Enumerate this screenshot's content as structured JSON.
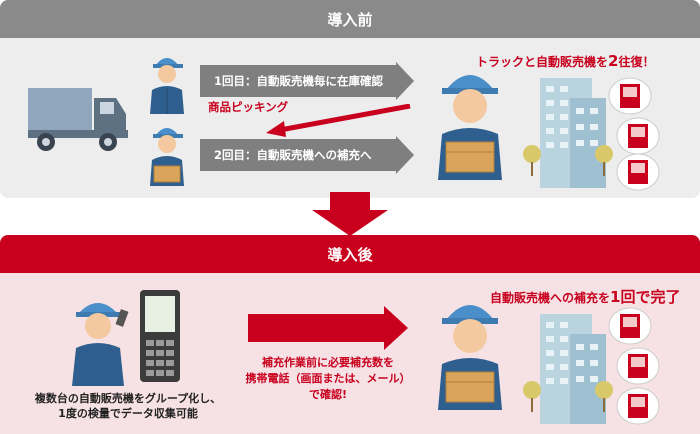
{
  "before": {
    "header": "導入前",
    "arrow1_label": "1回目：自動販売機毎に在庫確認",
    "picking_label": "商品ピッキング",
    "arrow2_label": "2回目：自動販売機への補充へ",
    "result_pre": "トラックと自動販売機を",
    "result_num": "2",
    "result_post": "往復！"
  },
  "after": {
    "header": "導入後",
    "left_caption_line1": "複数台の自動販売機をグループ化し、",
    "left_caption_line2": "1度の検量でデータ収集可能",
    "middle_line1": "補充作業前に必要補充数を",
    "middle_line2": "携帯電話（画面または、メール）",
    "middle_line3": "で確認!",
    "result_pre": "自動販売機への補充を",
    "result_num": "1",
    "result_mid": "回",
    "result_post": "で完了"
  },
  "colors": {
    "gray": "#8a8a8a",
    "red": "#c8001e",
    "pink": "#f6e1e4",
    "worker_blue": "#2f5f8f",
    "cap_blue": "#4a8fc9"
  },
  "icons": [
    "truck-icon",
    "worker-icon",
    "building-icon",
    "vending-machine-icon",
    "phone-icon",
    "cardboard-box-icon"
  ]
}
